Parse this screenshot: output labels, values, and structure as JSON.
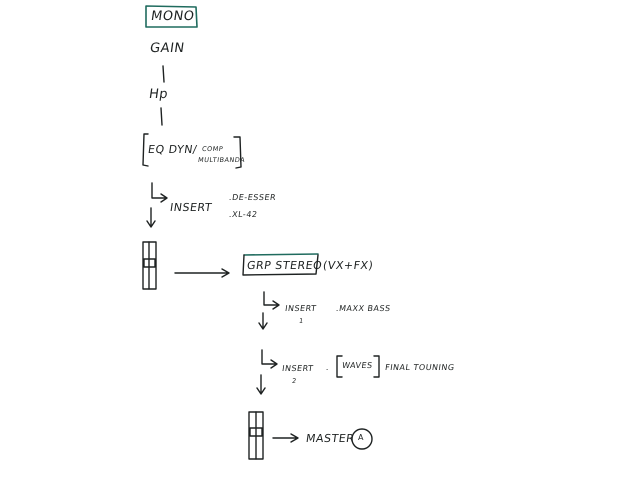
{
  "title": "MONO",
  "chain": {
    "gain": "GAIN",
    "hp": "Hp",
    "eq_dyn": "EQ DYN/",
    "comp": "COMP",
    "multiband": "MULTIBANDA",
    "insert1": {
      "label": "INSERT",
      "items": [
        ".DE-ESSER",
        ".XL-42"
      ]
    }
  },
  "group": {
    "label": "GRP STEREO",
    "suffix": "(VX+FX)",
    "insert1": {
      "label": "INSERT",
      "number": "1",
      "item": ".MAXX BASS"
    },
    "insert2": {
      "label": "INSERT",
      "number": "2",
      "item_prefix": ".",
      "item_bracket": "WAVES",
      "item_rest": "FINAL TOUNING"
    }
  },
  "master": {
    "label": "MASTER",
    "circle_letter": "A"
  },
  "colors": {
    "ink": "#1e2222",
    "highlight": "#1f6b5e",
    "paper": "#ffffff"
  }
}
